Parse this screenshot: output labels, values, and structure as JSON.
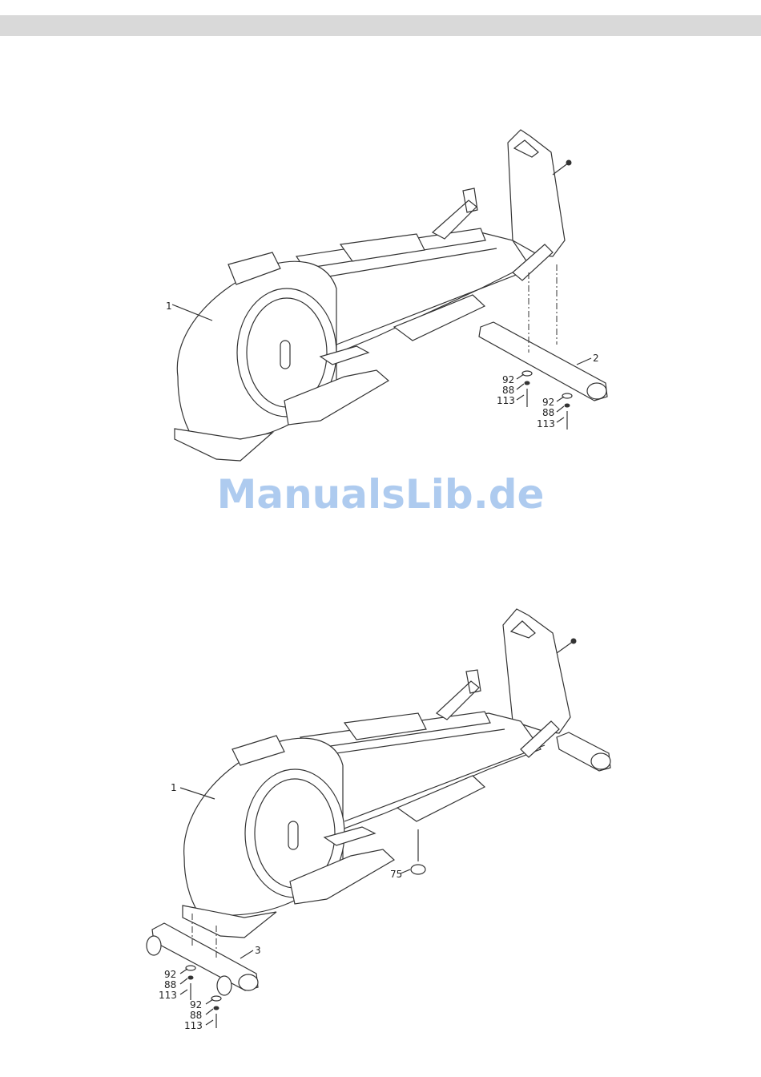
{
  "header": {
    "bar_color": "#d9d9d9"
  },
  "watermark": {
    "text": "ManualsLib.de",
    "color": "#aecbef"
  },
  "diagram1": {
    "callouts": {
      "frame": "1",
      "rear_stabilizer": "2",
      "left_washer": "92",
      "left_spring_washer": "88",
      "left_bolt": "113",
      "right_washer": "92",
      "right_spring_washer": "88",
      "right_bolt": "113"
    }
  },
  "diagram2": {
    "callouts": {
      "frame": "1",
      "front_stabilizer": "3",
      "leveler": "75",
      "left_washer": "92",
      "left_spring_washer": "88",
      "left_bolt": "113",
      "right_washer": "92",
      "right_spring_washer": "88",
      "right_bolt": "113"
    }
  }
}
